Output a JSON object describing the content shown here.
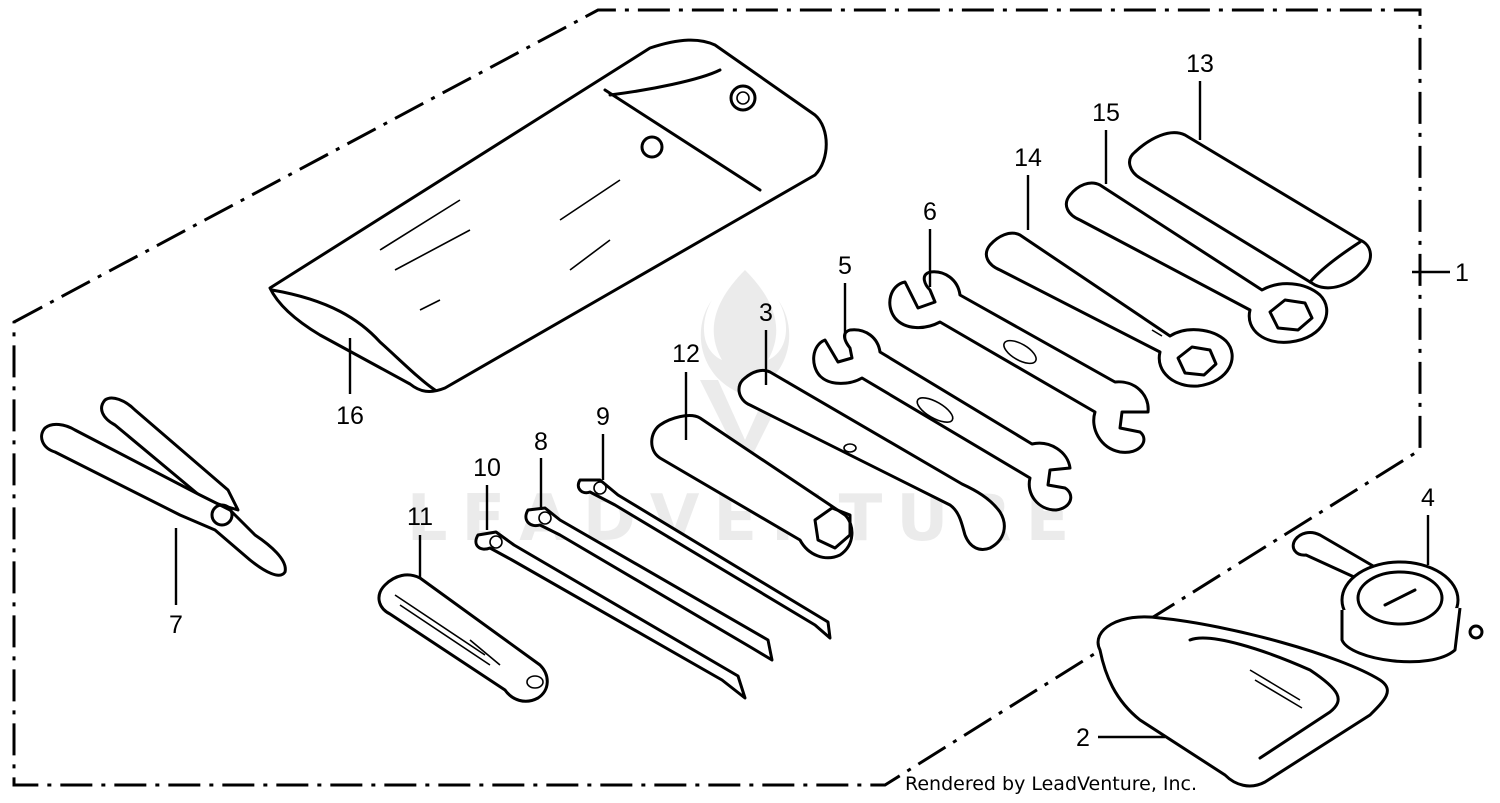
{
  "diagram": {
    "callouts": [
      {
        "id": "c1",
        "label": "1"
      },
      {
        "id": "c2",
        "label": "2"
      },
      {
        "id": "c3",
        "label": "3"
      },
      {
        "id": "c4",
        "label": "4"
      },
      {
        "id": "c5",
        "label": "5"
      },
      {
        "id": "c6",
        "label": "6"
      },
      {
        "id": "c7",
        "label": "7"
      },
      {
        "id": "c8",
        "label": "8"
      },
      {
        "id": "c9",
        "label": "9"
      },
      {
        "id": "c10",
        "label": "10"
      },
      {
        "id": "c11",
        "label": "11"
      },
      {
        "id": "c12",
        "label": "12"
      },
      {
        "id": "c13",
        "label": "13"
      },
      {
        "id": "c14",
        "label": "14"
      },
      {
        "id": "c15",
        "label": "15"
      },
      {
        "id": "c16",
        "label": "16"
      }
    ],
    "watermark_text": "LEADVENTURE",
    "credit": "Rendered by LeadVenture, Inc."
  },
  "colors": {
    "ink": "#000000",
    "background": "#ffffff",
    "watermark": "#d9d9d9"
  }
}
